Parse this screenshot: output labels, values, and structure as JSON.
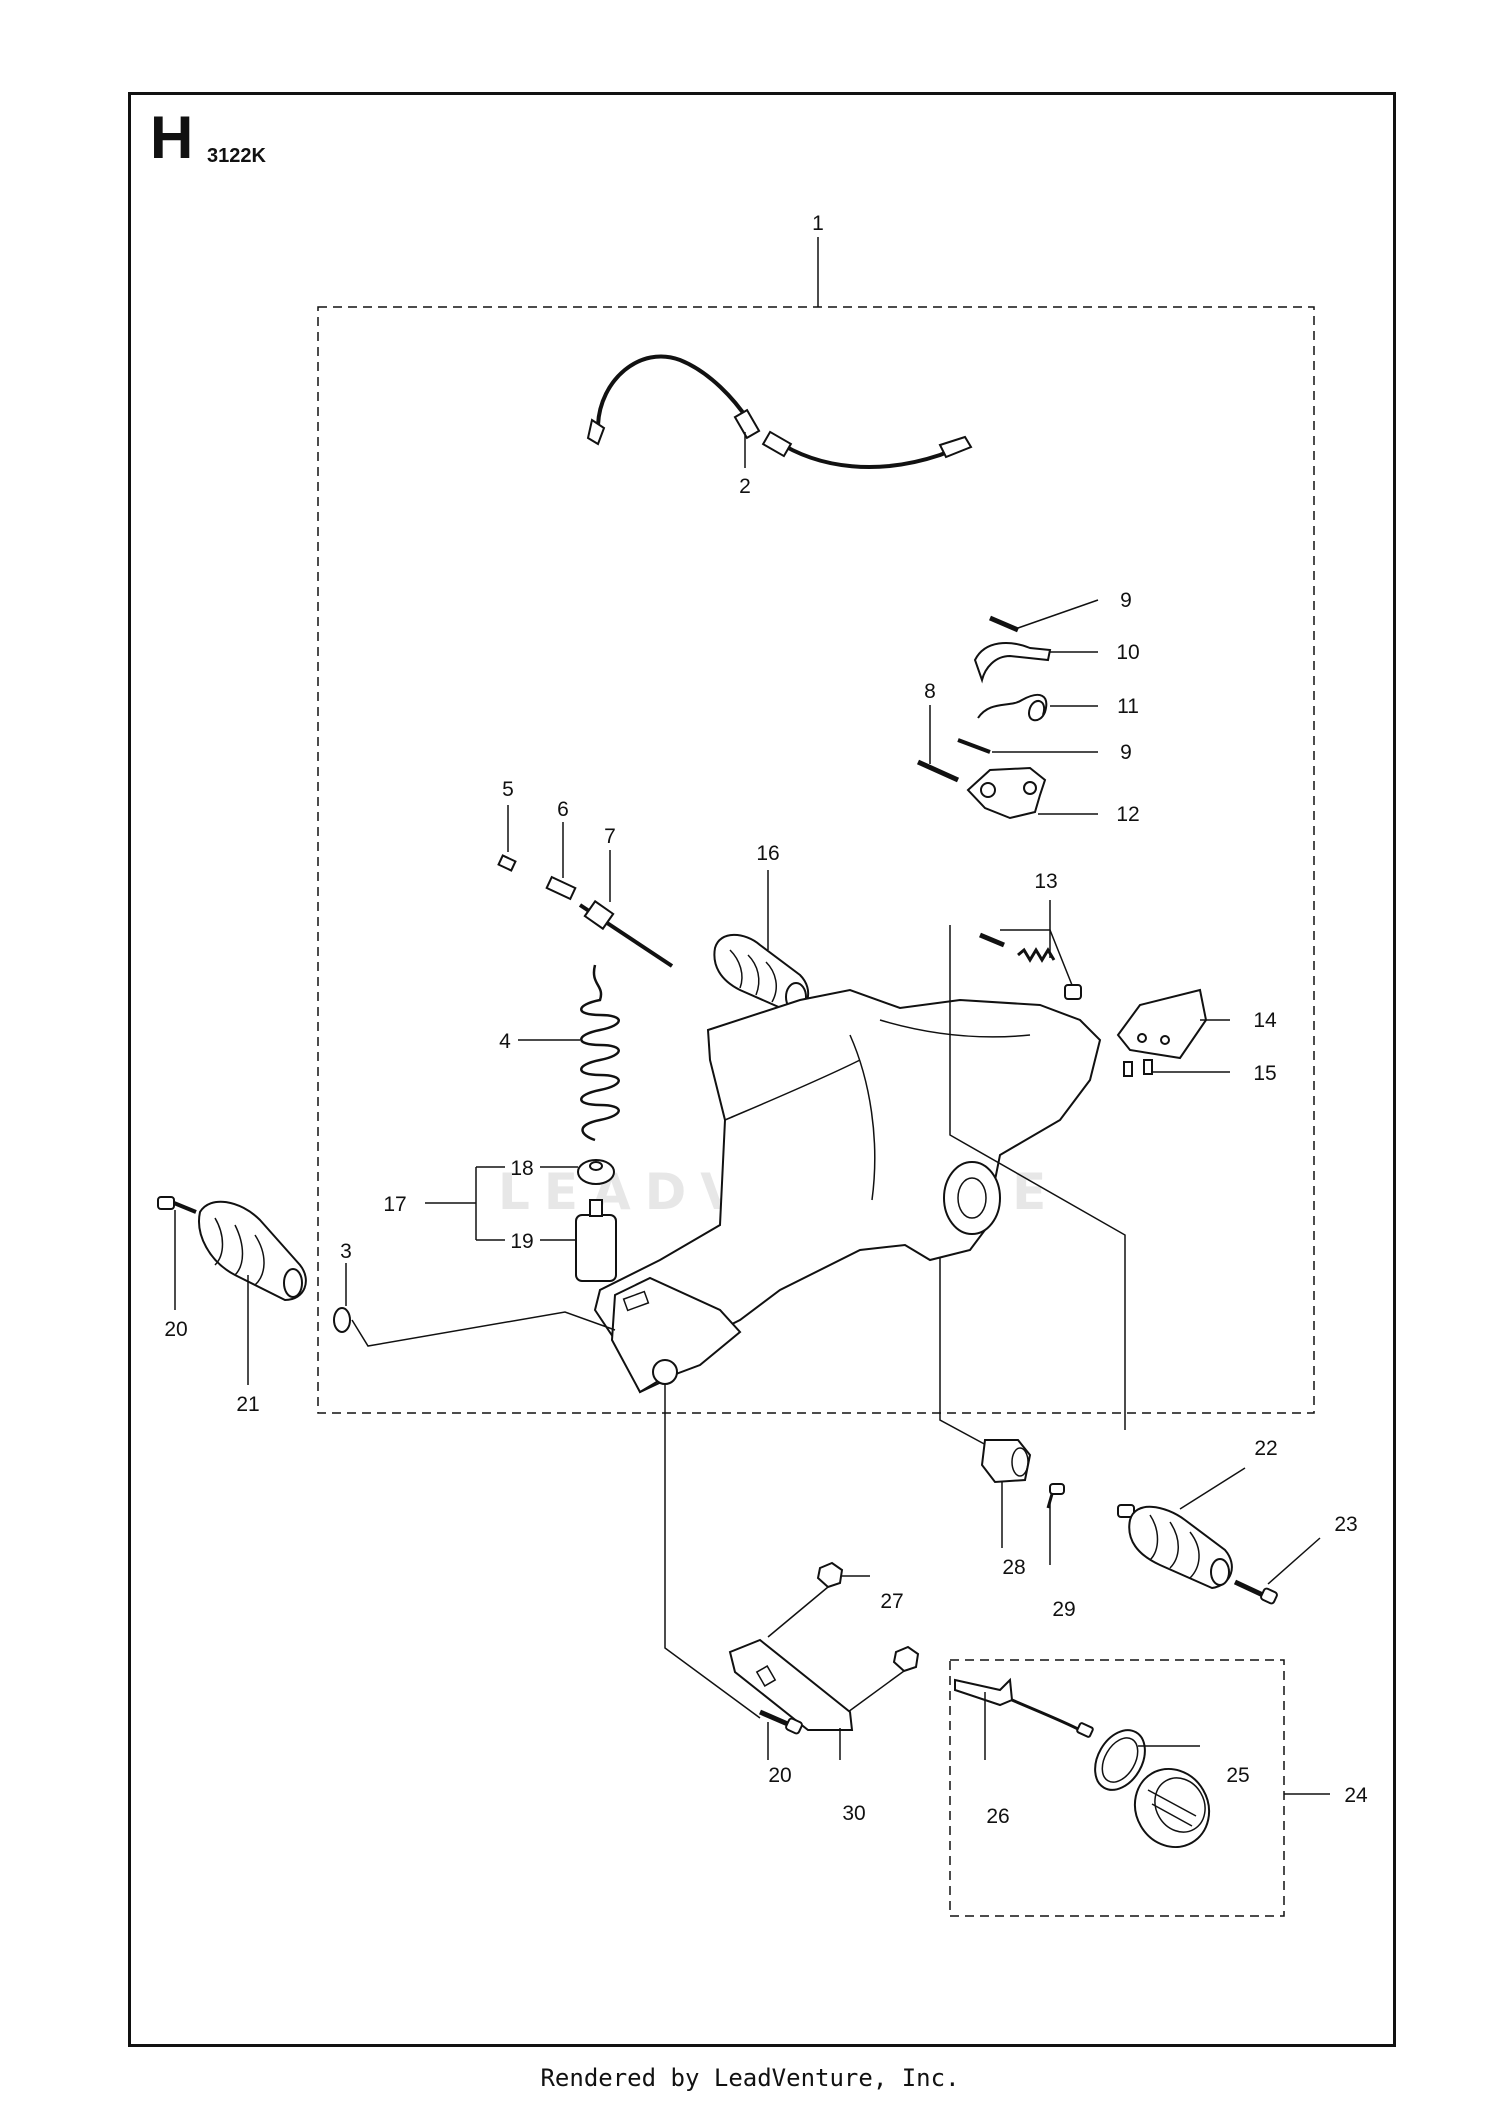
{
  "diagram": {
    "section_letter": "H",
    "section_code": "3122K",
    "watermark": "LEADVENTURE",
    "footer": "Rendered by LeadVenture, Inc."
  },
  "callouts": [
    {
      "id": "c1",
      "text": "1"
    },
    {
      "id": "c2",
      "text": "2"
    },
    {
      "id": "c3",
      "text": "3"
    },
    {
      "id": "c4",
      "text": "4"
    },
    {
      "id": "c5",
      "text": "5"
    },
    {
      "id": "c6",
      "text": "6"
    },
    {
      "id": "c7",
      "text": "7"
    },
    {
      "id": "c8",
      "text": "8"
    },
    {
      "id": "c9a",
      "text": "9"
    },
    {
      "id": "c9b",
      "text": "9"
    },
    {
      "id": "c10",
      "text": "10"
    },
    {
      "id": "c11",
      "text": "11"
    },
    {
      "id": "c12",
      "text": "12"
    },
    {
      "id": "c13",
      "text": "13"
    },
    {
      "id": "c14",
      "text": "14"
    },
    {
      "id": "c15",
      "text": "15"
    },
    {
      "id": "c16",
      "text": "16"
    },
    {
      "id": "c17",
      "text": "17"
    },
    {
      "id": "c18",
      "text": "18"
    },
    {
      "id": "c19",
      "text": "19"
    },
    {
      "id": "c20a",
      "text": "20"
    },
    {
      "id": "c20b",
      "text": "20"
    },
    {
      "id": "c21",
      "text": "21"
    },
    {
      "id": "c22",
      "text": "22"
    },
    {
      "id": "c23",
      "text": "23"
    },
    {
      "id": "c24",
      "text": "24"
    },
    {
      "id": "c25",
      "text": "25"
    },
    {
      "id": "c26",
      "text": "26"
    },
    {
      "id": "c27",
      "text": "27"
    },
    {
      "id": "c28",
      "text": "28"
    },
    {
      "id": "c29",
      "text": "29"
    },
    {
      "id": "c30",
      "text": "30"
    }
  ]
}
